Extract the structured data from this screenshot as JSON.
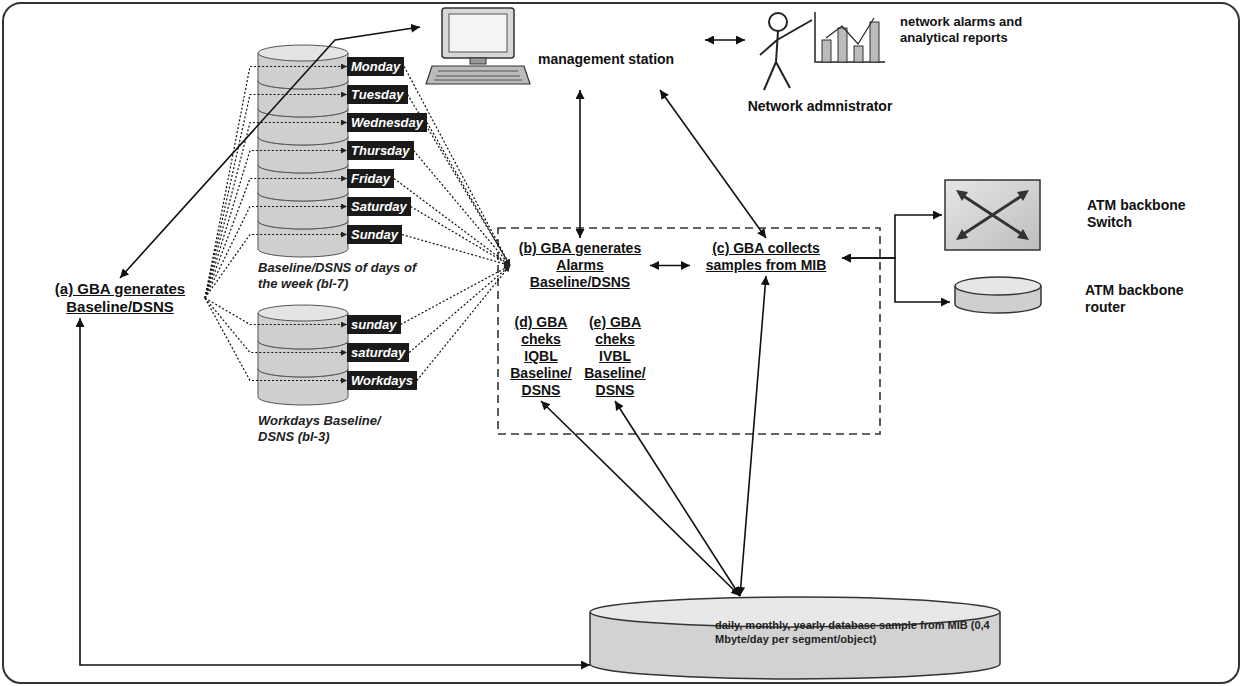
{
  "diagram": {
    "nodes": [
      {
        "text": [
          "management station"
        ]
      },
      {
        "text": [
          "Network admnistrator"
        ]
      },
      {
        "text": [
          "(a) GBA generates Baseline/DSNS"
        ]
      },
      {
        "text": [
          "Baseline/DSNS of days of the week (bl-7)"
        ]
      },
      {
        "text": [
          "Monday"
        ],
        "in": 3
      },
      {
        "text": [
          "Tuesday"
        ],
        "in": 3
      },
      {
        "text": [
          "Wednesday"
        ],
        "in": 3
      },
      {
        "text": [
          "Thursday"
        ],
        "in": 3
      },
      {
        "text": [
          "Friday"
        ],
        "in": 3
      },
      {
        "text": [
          "Saturday"
        ],
        "in": 3
      },
      {
        "text": [
          "Sunday"
        ],
        "in": 3
      },
      {
        "text": [
          "(b) GBA generates Alarms Baseline/DSNS"
        ]
      },
      {
        "text": [
          "(c) GBA collects samples from MIB"
        ]
      },
      {
        "text": [
          "(d) GBA cheks IQBL Baseline/ DSNS"
        ]
      },
      {
        "text": [
          "(e) GBA cheks IVBL Baseline/ DSNS"
        ]
      },
      {
        "text": [
          "ATM backbone Switch"
        ]
      },
      {
        "text": [
          "ATM backbone router"
        ]
      },
      {
        "text": [
          "Workdays Baseline/ DSNS (bl-3)"
        ]
      },
      {
        "text": [
          "sunday"
        ],
        "in": 17
      },
      {
        "text": [
          "saturday"
        ],
        "in": 17
      },
      {
        "text": [
          "Workdays"
        ],
        "in": 17
      },
      {
        "text": [
          "daily, monthly, yearly database sample from MIB (0,4 Mbyte/day per segment/object)"
        ]
      }
    ],
    "edges": [
      {
        "from": 0,
        "to": 1,
        "arrow": "both"
      },
      {
        "from": 0,
        "to": 2,
        "arrow": "both"
      },
      {
        "from": 0,
        "to": 11,
        "arrow": "both"
      },
      {
        "from": 0,
        "to": 12,
        "arrow": "both"
      },
      {
        "from": 11,
        "to": 12,
        "arrow": "both"
      },
      {
        "from": 12,
        "to": 15,
        "arrow": "both"
      },
      {
        "from": 12,
        "to": 16,
        "arrow": "both"
      },
      {
        "from": 2,
        "to": 21,
        "arrow": "both"
      },
      {
        "from": 13,
        "to": 21,
        "arrow": "both"
      },
      {
        "from": 14,
        "to": 21,
        "arrow": "both"
      },
      {
        "from": 12,
        "to": 21,
        "arrow": "both"
      },
      {
        "from": 2,
        "to": 4,
        "arrow": "to"
      },
      {
        "from": 2,
        "to": 5,
        "arrow": "to"
      },
      {
        "from": 2,
        "to": 6,
        "arrow": "to"
      },
      {
        "from": 2,
        "to": 7,
        "arrow": "to"
      },
      {
        "from": 2,
        "to": 8,
        "arrow": "to"
      },
      {
        "from": 2,
        "to": 9,
        "arrow": "to"
      },
      {
        "from": 2,
        "to": 10,
        "arrow": "to"
      },
      {
        "from": 2,
        "to": 18,
        "arrow": "to"
      },
      {
        "from": 2,
        "to": 19,
        "arrow": "to"
      },
      {
        "from": 2,
        "to": 20,
        "arrow": "to"
      },
      {
        "from": 4,
        "to": 11,
        "arrow": "to"
      },
      {
        "from": 5,
        "to": 11,
        "arrow": "to"
      },
      {
        "from": 6,
        "to": 11,
        "arrow": "to"
      },
      {
        "from": 7,
        "to": 11,
        "arrow": "to"
      },
      {
        "from": 8,
        "to": 11,
        "arrow": "to"
      },
      {
        "from": 9,
        "to": 11,
        "arrow": "to"
      },
      {
        "from": 10,
        "to": 11,
        "arrow": "to"
      },
      {
        "from": 18,
        "to": 11,
        "arrow": "to"
      },
      {
        "from": 19,
        "to": 11,
        "arrow": "to"
      },
      {
        "from": 20,
        "to": 11,
        "arrow": "to"
      }
    ],
    "labels": [
      "network alarms and analytical reports"
    ]
  }
}
